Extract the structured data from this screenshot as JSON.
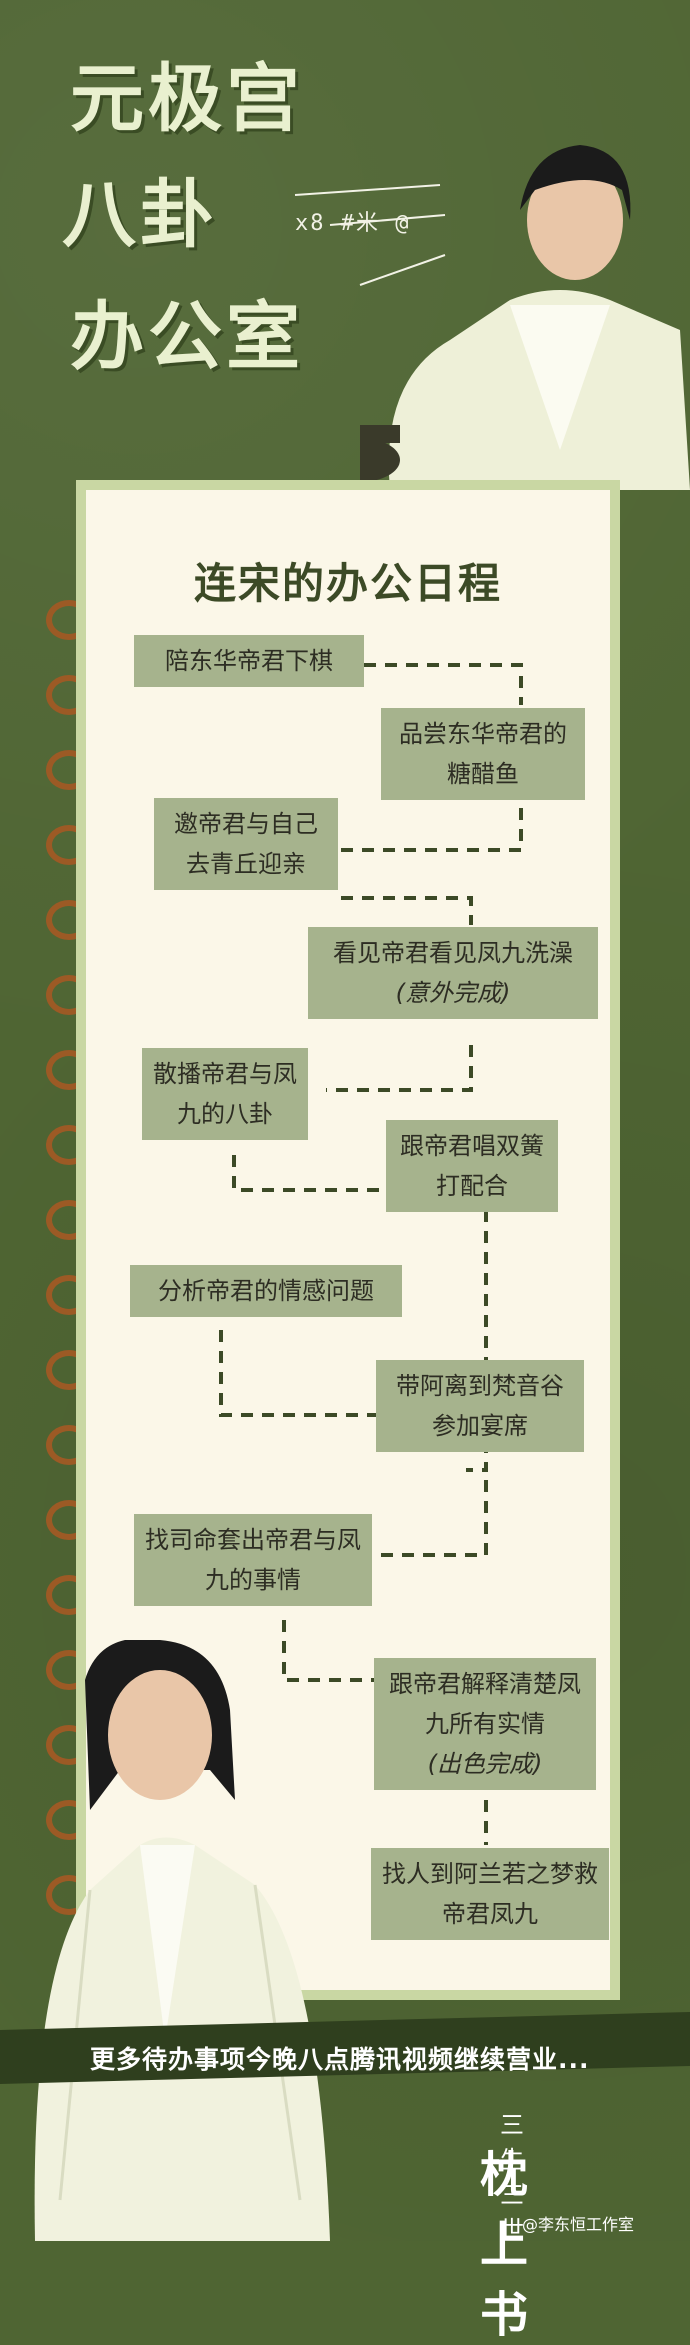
{
  "header": {
    "title_lines": [
      "元极宫",
      "八卦",
      "办公室"
    ],
    "doodle": "x8 #米 @"
  },
  "card": {
    "title": "连宋的办公日程",
    "tasks": [
      {
        "text": "陪东华帝君下棋"
      },
      {
        "text": "品尝东华帝君的糖醋鱼"
      },
      {
        "text": "邀帝君与自己去青丘迎亲"
      },
      {
        "text": "看见帝君看见凤九洗澡",
        "note": "(意外完成)"
      },
      {
        "text": "散播帝君与凤九的八卦"
      },
      {
        "text": "跟帝君唱双簧打配合"
      },
      {
        "text": "分析帝君的情感问题"
      },
      {
        "text": "带阿离到梵音谷参加宴席"
      },
      {
        "text": "找司命套出帝君与凤九的事情"
      },
      {
        "text": "跟帝君解释清楚凤九所有实情",
        "note": "(出色完成)"
      },
      {
        "text": "找人到阿兰若之梦救帝君凤九"
      }
    ]
  },
  "banner": {
    "text": "更多待办事项今晚八点腾讯视频继续营业..."
  },
  "logo": {
    "small": "三生三世",
    "big": "枕上书"
  },
  "credit": "@李东恒工作室",
  "colors": {
    "background": "#4f6533",
    "card": "#fbf7e8",
    "task": "#a6b38d",
    "ring": "#9c5a25"
  }
}
